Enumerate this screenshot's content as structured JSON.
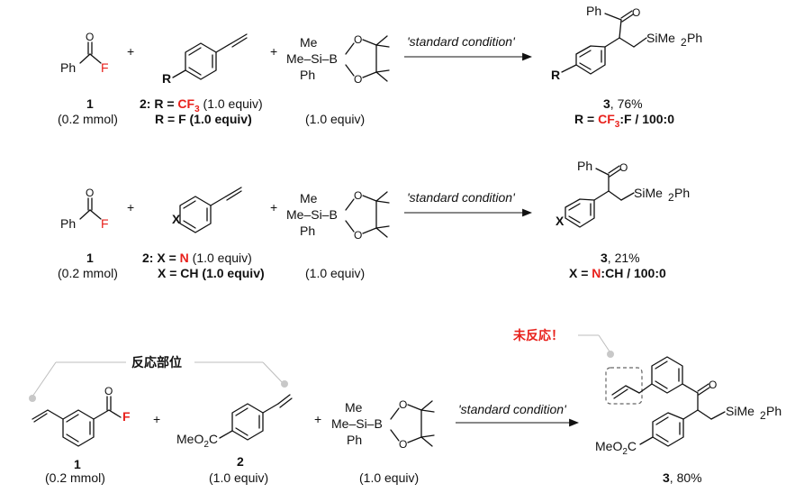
{
  "common": {
    "Ph": "Ph",
    "F": "F",
    "O": "O",
    "plus": "+",
    "Me": "Me",
    "MeSi": "Me–Si–B",
    "R": "R",
    "X": "X",
    "SiMe2Ph_a": "SiMe",
    "SiMe2Ph_sub": "2",
    "SiMe2Ph_b": "Ph",
    "MeO2C_a": "MeO",
    "MeO2C_sub": "2",
    "MeO2C_b": "C",
    "condition": "'standard condition'",
    "equiv": "(1.0 equiv)"
  },
  "row1": {
    "r1_label": "1",
    "r1_amount": "(0.2 mmol)",
    "r2_line1_pre": "2: R = ",
    "r2_line1_red": "CF",
    "r2_line1_redsub": "3",
    "r2_line1_post": " (1.0 equiv)",
    "r2_line2": "R = F (1.0 equiv)",
    "r3_amount": "(1.0 equiv)",
    "product_line1_bold": "3",
    "product_line1": ", 76%",
    "product_line2_pre": "R = ",
    "product_line2_red": "CF",
    "product_line2_redsub": "3",
    "product_line2_post": ":F / 100:0"
  },
  "row2": {
    "r1_label": "1",
    "r1_amount": "(0.2 mmol)",
    "r2_line1_pre": "2: X = ",
    "r2_line1_red": "N",
    "r2_line1_post": " (1.0 equiv)",
    "r2_line2": "X = CH (1.0 equiv)",
    "r3_amount": "(1.0 equiv)",
    "product_line1_bold": "3",
    "product_line1": ", 21%",
    "product_line2_pre": "X = ",
    "product_line2_red": "N",
    "product_line2_post": ":CH / 100:0"
  },
  "row3": {
    "reactive_site_label": "反応部位",
    "unreacted_label": "未反応！",
    "r1_label": "1",
    "r1_amount": "(0.2 mmol)",
    "r2_label": "2",
    "r2_amount": "(1.0 equiv)",
    "r3_amount": "(1.0 equiv)",
    "product_bold": "3",
    "product_yield": ", 80%"
  }
}
